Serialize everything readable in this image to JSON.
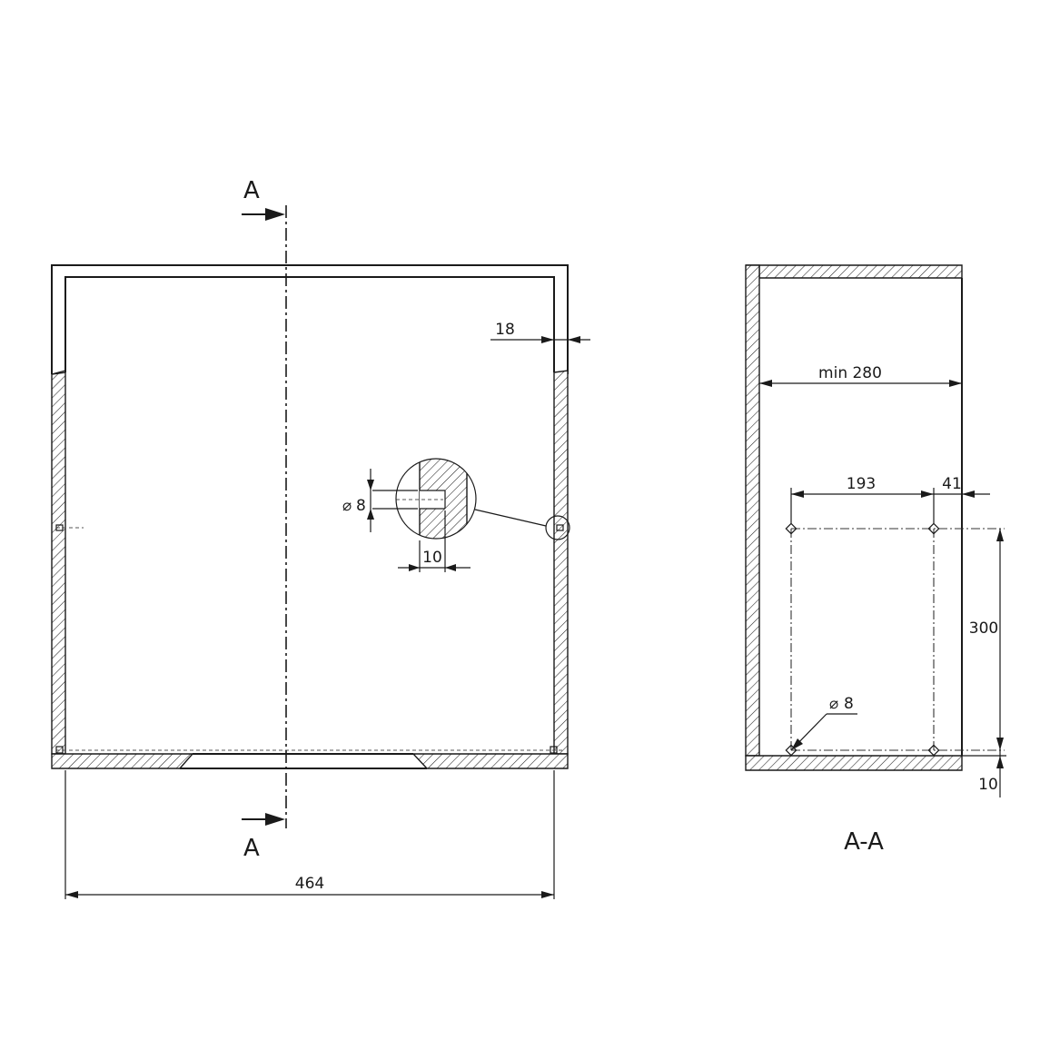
{
  "front_view": {
    "section_marker_top": "A",
    "section_marker_bottom": "A",
    "dim_width": "464",
    "dim_wall": "18",
    "detail_hole_dia": "8",
    "detail_hole_depth": "10"
  },
  "section_view": {
    "title": "A-A",
    "dim_min_depth": "min 280",
    "dim_hole_spacing_h": "193",
    "dim_edge_offset": "41",
    "dim_hole_spacing_v": "300",
    "dim_hole_dia": "8",
    "dim_bottom_offset": "10"
  },
  "symbols": {
    "diameter": "⌀"
  }
}
